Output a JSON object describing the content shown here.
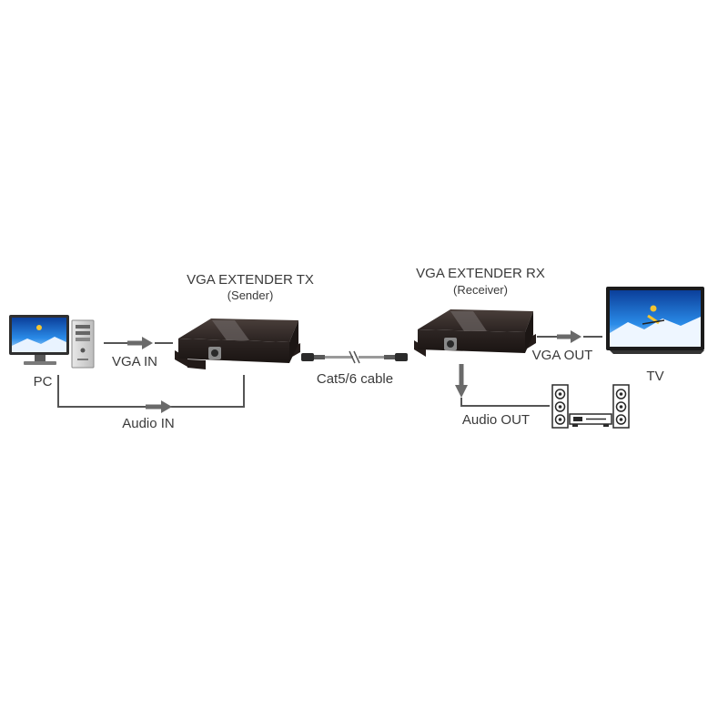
{
  "labels": {
    "tx_title": "VGA EXTENDER TX",
    "tx_subtitle": "(Sender)",
    "rx_title": "VGA EXTENDER RX",
    "rx_subtitle": "(Receiver)",
    "pc": "PC",
    "vga_in": "VGA IN",
    "audio_in": "Audio IN",
    "cable": "Cat5/6 cable",
    "vga_out": "VGA OUT",
    "tv": "TV",
    "audio_out": "Audio OUT"
  },
  "icons": {
    "pc": "desktop-computer-icon",
    "tx": "extender-box-icon",
    "rx": "extender-box-icon",
    "cable": "network-cable-icon",
    "tv": "television-icon",
    "audio": "stereo-speakers-icon"
  },
  "colors": {
    "line": "#555555",
    "arrow": "#6a6a6a",
    "device": "#2b2321",
    "text": "#3a3a3a",
    "screen_sky": "#1a6fd1"
  }
}
